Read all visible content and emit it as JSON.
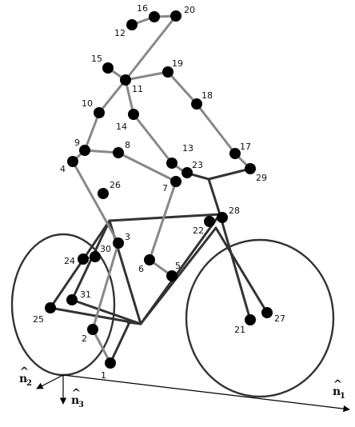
{
  "diagram": {
    "node_labels": [
      "1",
      "2",
      "3",
      "4",
      "5",
      "6",
      "7",
      "8",
      "9",
      "10",
      "11",
      "12",
      "13",
      "14",
      "15",
      "16",
      "17",
      "18",
      "19",
      "20",
      "21",
      "22",
      "23",
      "24",
      "25",
      "26",
      "27",
      "28",
      "29",
      "30",
      "31"
    ],
    "axes": [
      {
        "symbol": "n",
        "subscript": "1"
      },
      {
        "symbol": "n",
        "subscript": "2"
      },
      {
        "symbol": "n",
        "subscript": "3"
      }
    ],
    "colors": {
      "frame": "#333333",
      "rider": "#888888",
      "node": "#000000",
      "axis": "#000000"
    }
  }
}
